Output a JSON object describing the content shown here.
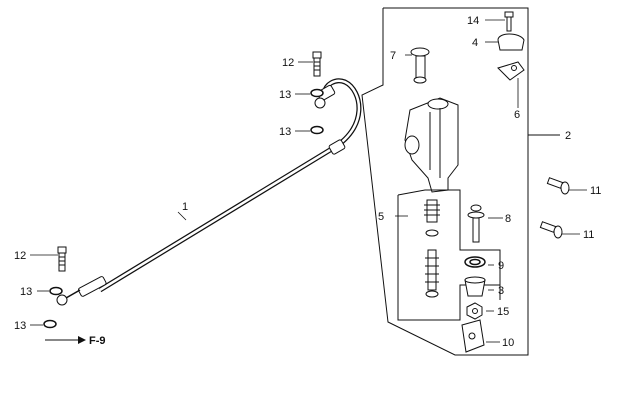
{
  "callouts": [
    {
      "id": "c1",
      "text": "1"
    },
    {
      "id": "c2",
      "text": "2"
    },
    {
      "id": "c3",
      "text": "3"
    },
    {
      "id": "c4",
      "text": "4"
    },
    {
      "id": "c5",
      "text": "5"
    },
    {
      "id": "c6",
      "text": "6"
    },
    {
      "id": "c7",
      "text": "7"
    },
    {
      "id": "c8",
      "text": "8"
    },
    {
      "id": "c9",
      "text": "9"
    },
    {
      "id": "c10",
      "text": "10"
    },
    {
      "id": "c11a",
      "text": "11"
    },
    {
      "id": "c11b",
      "text": "11"
    },
    {
      "id": "c12a",
      "text": "12"
    },
    {
      "id": "c12b",
      "text": "12"
    },
    {
      "id": "c13a",
      "text": "13"
    },
    {
      "id": "c13b",
      "text": "13"
    },
    {
      "id": "c13c",
      "text": "13"
    },
    {
      "id": "c13d",
      "text": "13"
    },
    {
      "id": "c14",
      "text": "14"
    },
    {
      "id": "c15",
      "text": "15"
    }
  ],
  "reference": {
    "text": "F-9"
  },
  "colors": {
    "ink": "#111111",
    "paper": "#ffffff"
  }
}
